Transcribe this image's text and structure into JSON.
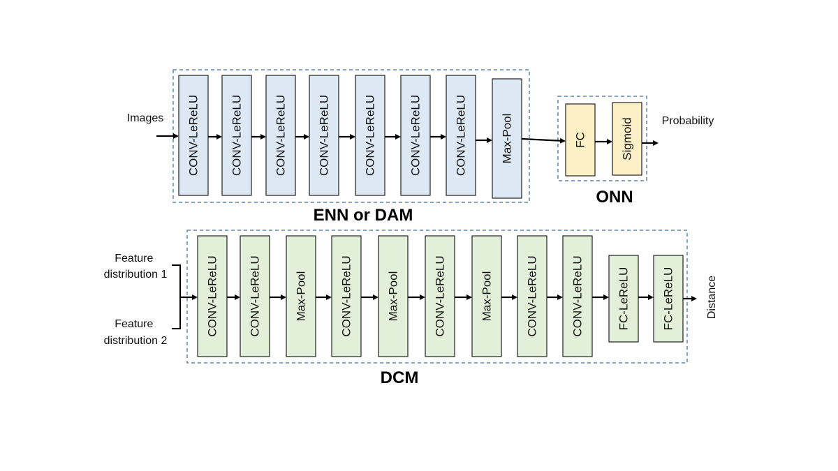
{
  "colors": {
    "blue_block": "#dde8f5",
    "green_block": "#e3f0d9",
    "yellow_block": "#fdf0c6",
    "block_border": "#1f1f1f",
    "dashed_border": "#5a86b5",
    "arrow": "#000000"
  },
  "enn": {
    "title": "ENN or DAM",
    "input_label": "Images",
    "blocks": [
      "CONV-LeReLU",
      "CONV-LeReLU",
      "CONV-LeReLU",
      "CONV-LeReLU",
      "CONV-LeReLU",
      "CONV-LeReLU",
      "CONV-LeReLU",
      "Max-Pool"
    ]
  },
  "onn": {
    "title": "ONN",
    "output_label": "Probability",
    "blocks": [
      "FC",
      "Sigmoid"
    ]
  },
  "dcm": {
    "title": "DCM",
    "input_label_1": [
      "Feature",
      "distribution 1"
    ],
    "input_label_2": [
      "Feature",
      "distribution 2"
    ],
    "output_label": "Distance",
    "blocks": [
      "CONV-LeReLU",
      "CONV-LeReLU",
      "Max-Pool",
      "CONV-LeReLU",
      "Max-Pool",
      "CONV-LeReLU",
      "Max-Pool",
      "CONV-LeReLU",
      "CONV-LeReLU",
      "FC-LeReLU",
      "FC-LeReLU"
    ]
  }
}
